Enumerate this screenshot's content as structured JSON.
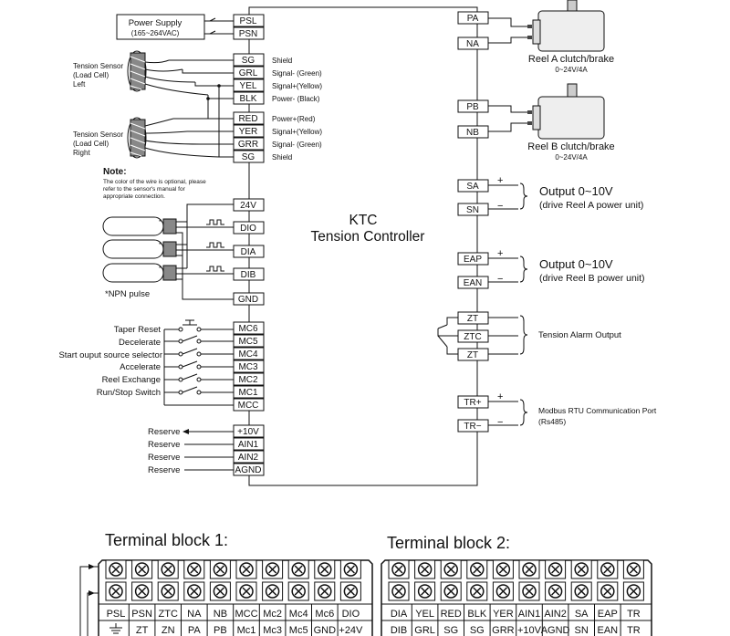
{
  "controller": {
    "name": "KTC",
    "subtitle": "Tension Controller"
  },
  "power_supply": {
    "label": "Power Supply",
    "range": "(165~264VAC)"
  },
  "left_terminals": {
    "psl": "PSL",
    "psn": "PSN",
    "sg1": "SG",
    "grl": "GRL",
    "yel": "YEL",
    "blk": "BLK",
    "red": "RED",
    "yer": "YER",
    "grr": "GRR",
    "sg2": "SG",
    "v24": "24V",
    "dio": "DIO",
    "dia": "DIA",
    "dib": "DIB",
    "gnd": "GND",
    "mc6": "MC6",
    "mc5": "MC5",
    "mc4": "MC4",
    "mc3": "MC3",
    "mc2": "MC2",
    "mc1": "MC1",
    "mcc": "MCC",
    "v10": "+10V",
    "ain1": "AIN1",
    "ain2": "AIN2",
    "agnd": "AGND"
  },
  "wire_labels": {
    "shield1": "Shield",
    "sig_neg_l": "Signal- (Green)",
    "sig_pos_l": "Signal+(Yellow)",
    "pow_neg": "Power- (Black)",
    "pow_pos": "Power+(Red)",
    "sig_pos_r": "Signal+(Yellow)",
    "sig_neg_r": "Signal- (Green)",
    "shield2": "Shield"
  },
  "sensors": {
    "left": [
      "Tension Sensor",
      "(Load Cell)",
      "Left"
    ],
    "right": [
      "Tension Sensor",
      "(Load Cell)",
      "Right"
    ]
  },
  "note": {
    "title": "Note:",
    "lines": [
      "The color of the wire is optional, please",
      "refer to the sensor's manual for",
      "appropriate connection."
    ]
  },
  "npn_label": "*NPN pulse",
  "switch_labels": {
    "taper": "Taper Reset",
    "decel": "Decelerate",
    "source": "Start ouput source selector",
    "accel": "Accelerate",
    "reel": "Reel Exchange",
    "runstop": "Run/Stop Switch"
  },
  "reserve_label": "Reserve",
  "right_terminals": {
    "pa": "PA",
    "na": "NA",
    "pb": "PB",
    "nb": "NB",
    "sa": "SA",
    "sn": "SN",
    "eap": "EAP",
    "ean": "EAN",
    "zt1": "ZT",
    "ztc": "ZTC",
    "zt2": "ZT",
    "trp": "TR+",
    "trm": "TR−"
  },
  "clutch_a": {
    "label": "Reel A clutch/brake",
    "rating": "0~24V/4A"
  },
  "clutch_b": {
    "label": "Reel B clutch/brake",
    "rating": "0~24V/4A"
  },
  "output_a": {
    "title": "Output 0~10V",
    "desc": "(drive Reel A power unit)"
  },
  "output_b": {
    "title": "Output 0~10V",
    "desc": "(drive Reel B power unit)"
  },
  "alarm_label": "Tension Alarm Output",
  "modbus": {
    "line1": "Modbus RTU Communication Port",
    "line2": "(Rs485)"
  },
  "polarity": {
    "plus": "+",
    "minus": "−"
  },
  "terminal_block_1": {
    "title": "Terminal block 1:",
    "top": [
      "PSL",
      "PSN",
      "ZTC",
      "NA",
      "NB",
      "MCC",
      "Mc2",
      "Mc4",
      "Mc6",
      "DIO"
    ],
    "bottom": [
      "",
      "ZT",
      "ZN",
      "PA",
      "PB",
      "Mc1",
      "Mc3",
      "Mc5",
      "GND",
      "+24V"
    ]
  },
  "terminal_block_2": {
    "title": "Terminal block 2:",
    "top": [
      "DIA",
      "YEL",
      "RED",
      "BLK",
      "YER",
      "AIN1",
      "AIN2",
      "SA",
      "EAP",
      "TR"
    ],
    "bottom": [
      "DIB",
      "GRL",
      "SG",
      "SG",
      "GRR",
      "+10V",
      "AGND",
      "SN",
      "EAN",
      "TR"
    ]
  }
}
